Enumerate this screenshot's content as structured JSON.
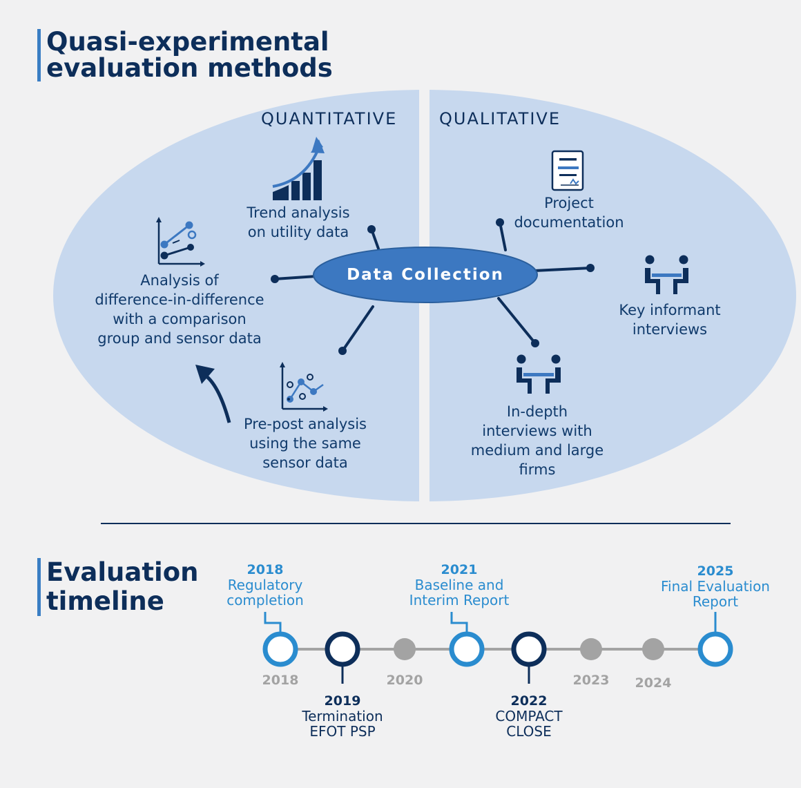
{
  "header": {
    "title": "Quasi-experimental\nevaluation methods"
  },
  "sections": {
    "quantitative": "QUANTITATIVE",
    "qualitative": "QUALITATIVE"
  },
  "hub": {
    "label": "Data Collection"
  },
  "methods": {
    "trend": "Trend analysis\non utility data",
    "did": "Analysis of\ndifference-in-difference\nwith a comparison\ngroup and sensor data",
    "prepost": "Pre-post analysis\nusing the same\nsensor data",
    "documentation": "Project\ndocumentation",
    "key_informant": "Key informant\ninterviews",
    "indepth": "In-depth\ninterviews with\nmedium and large\nfirms"
  },
  "timeline": {
    "title": "Evaluation\ntimeline",
    "events": [
      {
        "year": "2018",
        "label": "Regulatory\ncompletion"
      },
      {
        "year": "2019",
        "label": "Termination\nEFOT PSP"
      },
      {
        "year": "2021",
        "label": "Baseline and\nInterim Report"
      },
      {
        "year": "2022",
        "label": "COMPACT\nCLOSE"
      },
      {
        "year": "2025",
        "label": "Final Evaluation\nReport"
      }
    ],
    "ticks": [
      "2018",
      "2020",
      "2023",
      "2024"
    ]
  },
  "colors": {
    "navy": "#0d2e5a",
    "accent_blue": "#2a8ccf",
    "ellipse_fill": "#c7d8ee",
    "hub_fill": "#3c78c1",
    "gray": "#a3a3a3"
  }
}
